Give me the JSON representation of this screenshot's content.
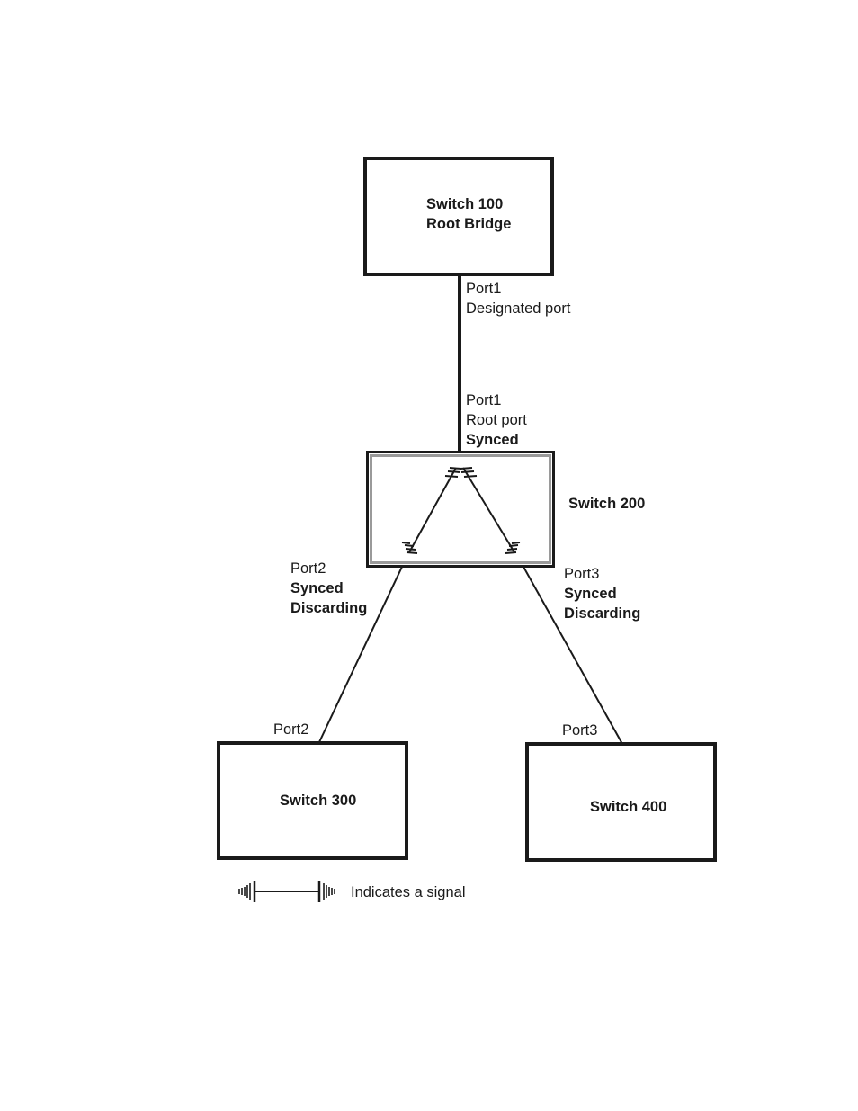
{
  "switch100": {
    "line1": "Switch 100",
    "line2": "Root Bridge"
  },
  "switch200": {
    "name": "Switch 200"
  },
  "switch300": {
    "name": "Switch 300"
  },
  "switch400": {
    "name": "Switch 400"
  },
  "link_100_200": {
    "upper_port": "Port1",
    "upper_role": "Designated port",
    "lower_port": "Port1",
    "lower_role": "Root port",
    "lower_state": "Synced"
  },
  "link_200_300": {
    "upper_port": "Port2",
    "upper_state1": "Synced",
    "upper_state2": "Discarding",
    "lower_port": "Port2"
  },
  "link_200_400": {
    "upper_port": "Port3",
    "upper_state1": "Synced",
    "upper_state2": "Discarding",
    "lower_port": "Port3"
  },
  "legend": {
    "text": "Indicates a signal",
    "icon": "signal-icon"
  },
  "colors": {
    "line": "#1a1a1a",
    "box_outline_gray": "#9a9a9a"
  }
}
